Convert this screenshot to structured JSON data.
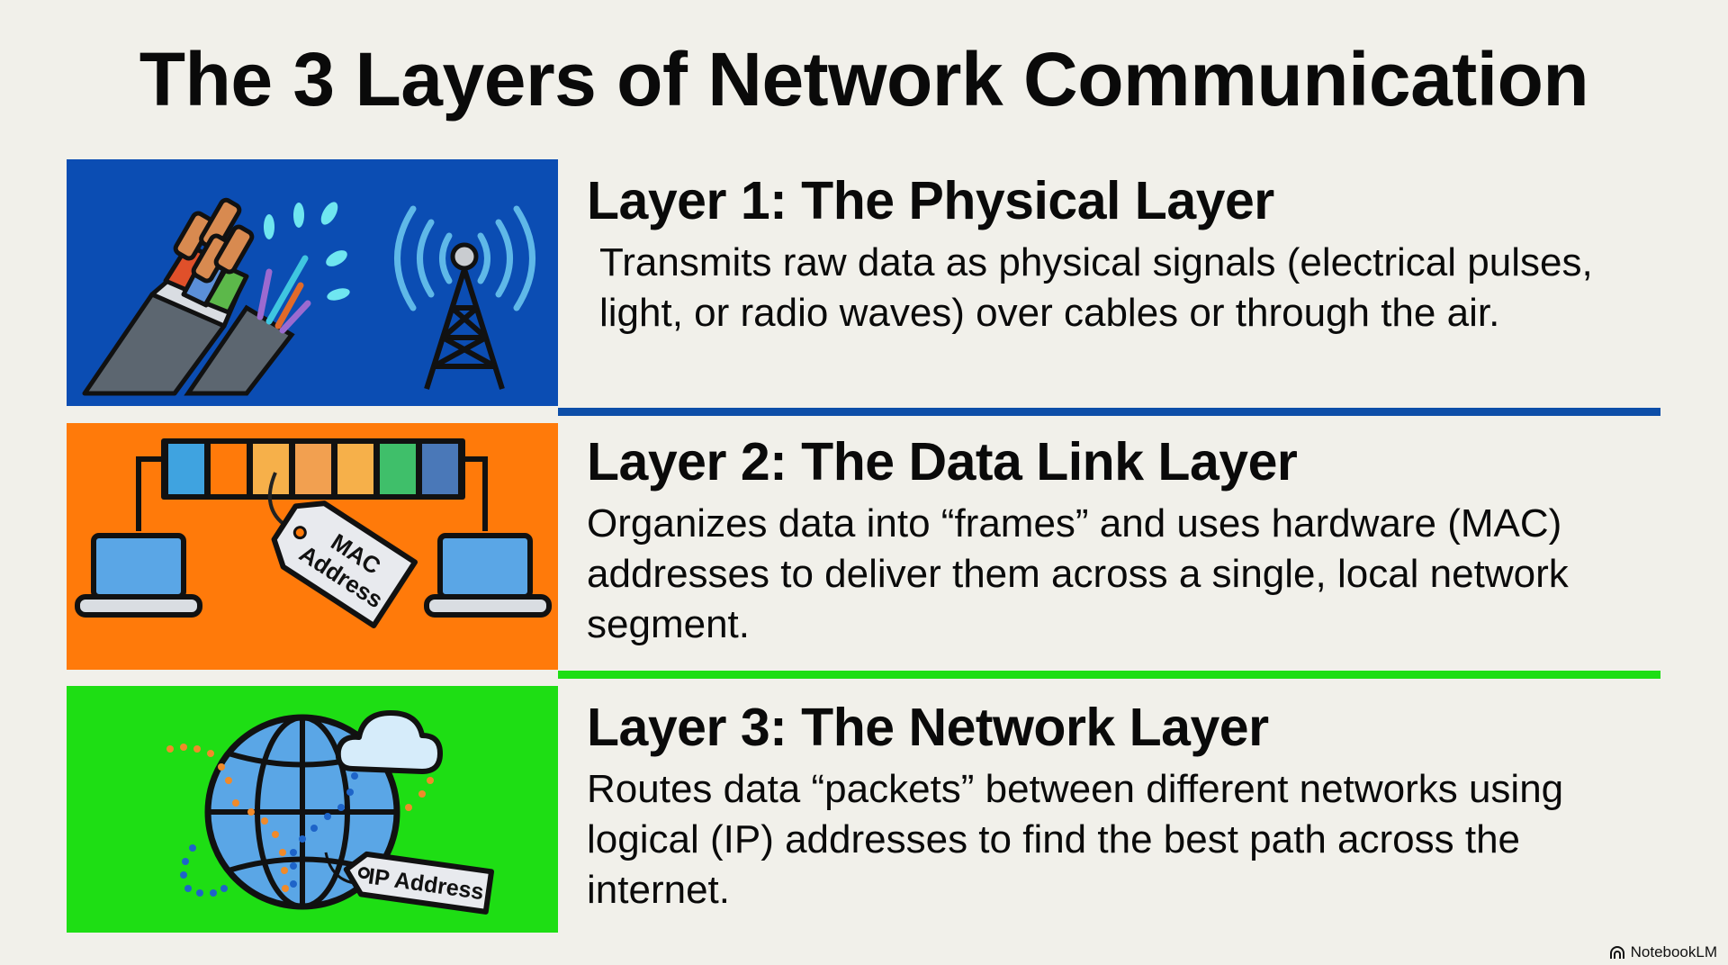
{
  "title": "The 3 Layers of Network Communication",
  "layers": [
    {
      "heading": "Layer 1: The Physical Layer",
      "description": "Transmits raw data as physical signals (electrical pulses, light, or radio waves) over cables or through the air.",
      "panel_color": "#0b4db3",
      "divider_color": "#0d4ea8",
      "illustration": [
        "copper-cable-icon",
        "fiber-optic-cable-icon",
        "radio-tower-icon"
      ]
    },
    {
      "heading": "Layer 2: The Data Link Layer",
      "description": "Organizes data into “frames” and uses hardware (MAC) addresses to deliver them across a single, local network segment.",
      "panel_color": "#ff7a0a",
      "divider_color": "#1ede14",
      "illustration": [
        "laptop-icon",
        "frame-icon",
        "mac-address-tag-icon",
        "laptop-icon"
      ],
      "tag_label_line1": "MAC",
      "tag_label_line2": "Address",
      "frame_colors": [
        "#3fa3e0",
        "#ff7a0a",
        "#f6b04a",
        "#f2a050",
        "#f6b04a",
        "#3fbf6a",
        "#4a78b8"
      ]
    },
    {
      "heading": "Layer 3: The Network Layer",
      "description": "Routes data “packets” between different networks using logical (IP) addresses to find the best path across the internet.",
      "panel_color": "#1ede14",
      "illustration": [
        "globe-icon",
        "cloud-icon",
        "ip-address-tag-icon"
      ],
      "tag_label": "IP Address"
    }
  ],
  "watermark": "NotebookLM"
}
